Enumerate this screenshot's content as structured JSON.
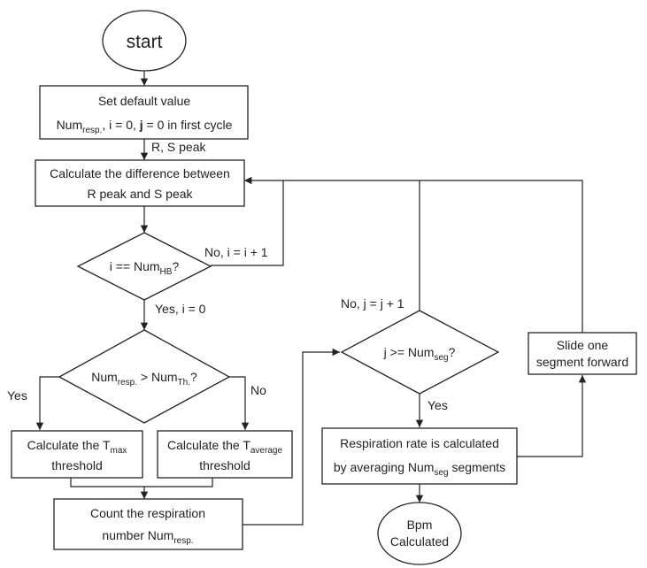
{
  "start": "start",
  "set_default": {
    "line1": "Set default value",
    "num": "Num",
    "num_sub": "resp.",
    "rest": ", i = 0, ",
    "j": "j",
    "rest2": " = 0 in first cycle"
  },
  "rs_peak": "R, S peak",
  "calc_diff": {
    "line1": "Calculate the difference between",
    "line2": "R peak and S peak"
  },
  "decision_i": {
    "pre": "i == Num",
    "sub": "HB",
    "post": "?"
  },
  "no_i": "No, i = i + 1",
  "yes_i": "Yes, i = 0",
  "decision_th": {
    "num": "Num",
    "num_sub": "resp.",
    "mid": " > Num",
    "th_sub": "Th.",
    "post": "?"
  },
  "yes": "Yes",
  "no": "No",
  "tmax": {
    "line1_pre": "Calculate the T",
    "line1_sub": "max",
    "line2": "threshold"
  },
  "tavg": {
    "line1_pre": "Calculate the T",
    "line1_sub": "average",
    "line2": "threshold"
  },
  "count": {
    "line1": "Count the respiration",
    "line2_pre": "number Num",
    "line2_sub": "resp."
  },
  "decision_j": {
    "pre": "j >= Num",
    "sub": "seg",
    "post": "?"
  },
  "no_j": "No, j = j + 1",
  "yes_j": "Yes",
  "resp_rate": {
    "line1": "Respiration rate is calculated",
    "line2_pre": "by averaging Num",
    "line2_sub": "seg",
    "line2_post": " segments"
  },
  "slide": {
    "line1": "Slide one",
    "line2": "segment forward"
  },
  "bpm": {
    "line1": "Bpm",
    "line2": "Calculated"
  }
}
